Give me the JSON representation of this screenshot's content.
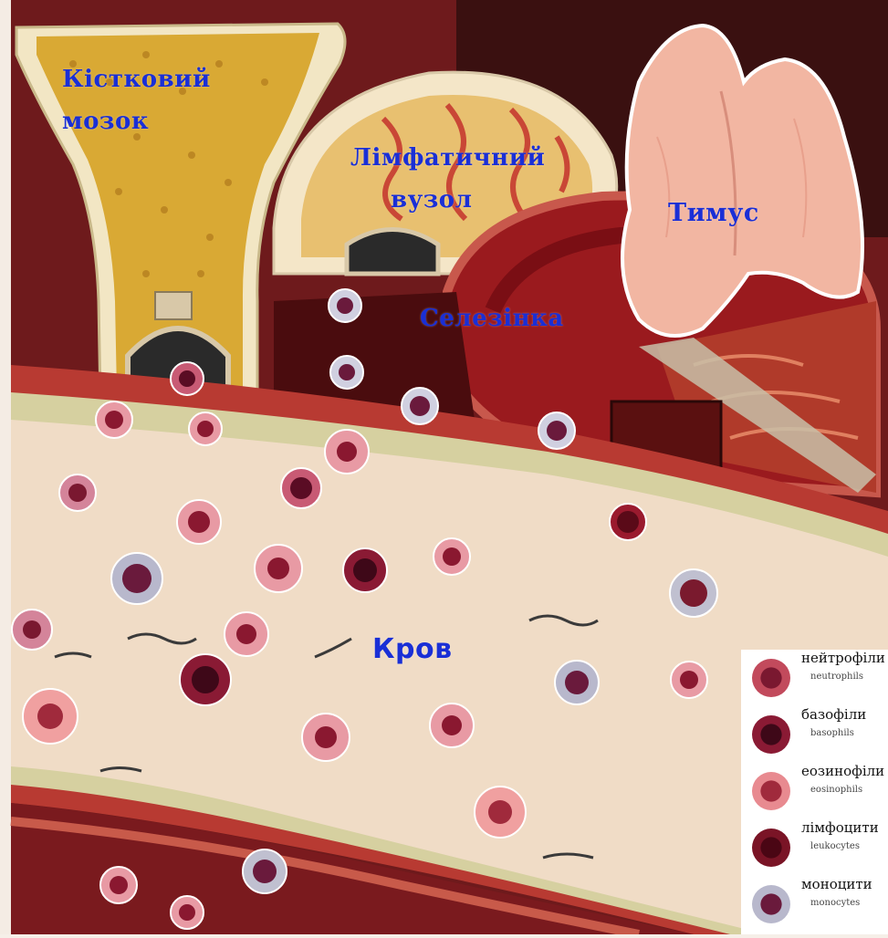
{
  "labels": {
    "bone_marrow_line1": "Кістковий",
    "bone_marrow_line2": "мозок",
    "lymph_node_line1": "Лімфатичний",
    "lymph_node_line2": "вузол",
    "thymus": "Тимус",
    "spleen": "Селезінка",
    "blood": "Кров"
  },
  "legend": [
    {
      "ua": "нейтрофіли",
      "en": "neutrophils",
      "color": "#c24a5c",
      "core": "#7a1830"
    },
    {
      "ua": "базофіли",
      "en": "basophils",
      "color": "#8a1a34",
      "core": "#3e0818"
    },
    {
      "ua": "еозинофіли",
      "en": "eosinophils",
      "color": "#e88a90",
      "core": "#a02a3c"
    },
    {
      "ua": "лімфоцити",
      "en": "leukocytes",
      "color": "#7a1426",
      "core": "#4a0614"
    },
    {
      "ua": "моноцити",
      "en": "monocytes",
      "color": "#b8b8cc",
      "core": "#6a1a3c"
    }
  ],
  "colors": {
    "label_blue": "#1a2fd6",
    "blood_dark": "#7a1a22",
    "vessel_inner": "#f0dcc6"
  }
}
